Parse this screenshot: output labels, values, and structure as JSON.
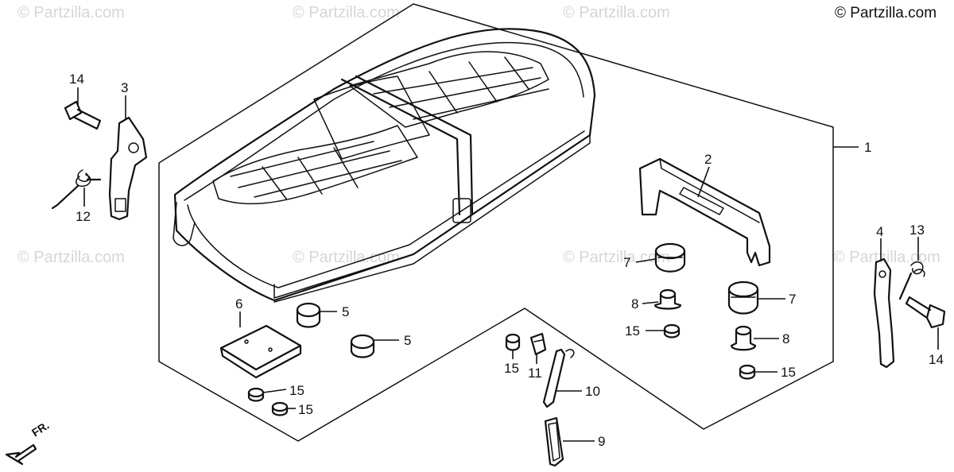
{
  "copyright": "© Partzilla.com",
  "watermark": "© Partzilla.com",
  "direction_label": "FR.",
  "callouts": [
    {
      "id": "c1",
      "label": "1"
    },
    {
      "id": "c2",
      "label": "2"
    },
    {
      "id": "c3",
      "label": "3"
    },
    {
      "id": "c4",
      "label": "4"
    },
    {
      "id": "c5a",
      "label": "5"
    },
    {
      "id": "c5b",
      "label": "5"
    },
    {
      "id": "c6",
      "label": "6"
    },
    {
      "id": "c7a",
      "label": "7"
    },
    {
      "id": "c7b",
      "label": "7"
    },
    {
      "id": "c8a",
      "label": "8"
    },
    {
      "id": "c8b",
      "label": "8"
    },
    {
      "id": "c9",
      "label": "9"
    },
    {
      "id": "c10",
      "label": "10"
    },
    {
      "id": "c11",
      "label": "11"
    },
    {
      "id": "c12",
      "label": "12"
    },
    {
      "id": "c13",
      "label": "13"
    },
    {
      "id": "c14a",
      "label": "14"
    },
    {
      "id": "c14b",
      "label": "14"
    },
    {
      "id": "c15a",
      "label": "15"
    },
    {
      "id": "c15b",
      "label": "15"
    },
    {
      "id": "c15c",
      "label": "15"
    },
    {
      "id": "c15d",
      "label": "15"
    },
    {
      "id": "c15e",
      "label": "15"
    }
  ]
}
